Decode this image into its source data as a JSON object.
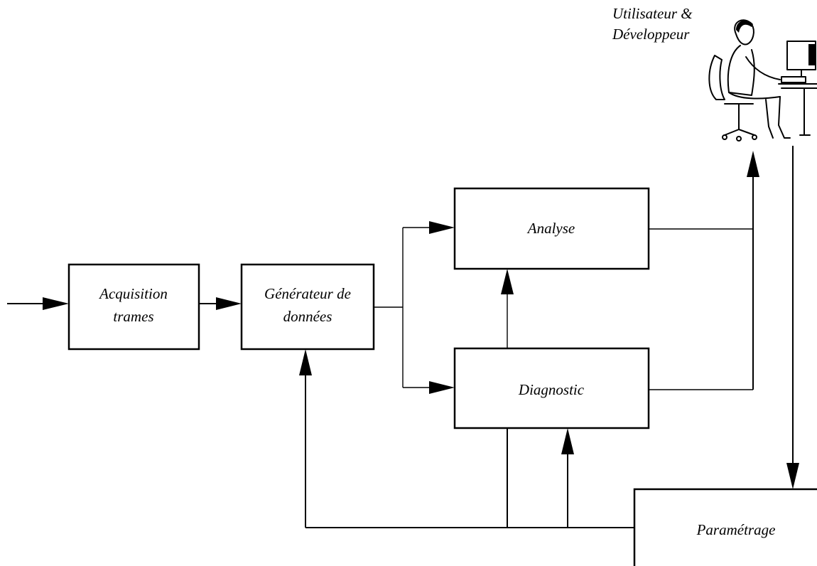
{
  "blocks": {
    "acquisition": [
      "Acquisition",
      "trames"
    ],
    "generateur": [
      "Générateur de",
      "données"
    ],
    "analyse": "Analyse",
    "diagnostic": "Diagnostic",
    "parametrage": "Paramétrage"
  },
  "user": {
    "line1": "Utilisateur &",
    "line2": "Développeur",
    "icon": "person-at-computer-icon"
  }
}
